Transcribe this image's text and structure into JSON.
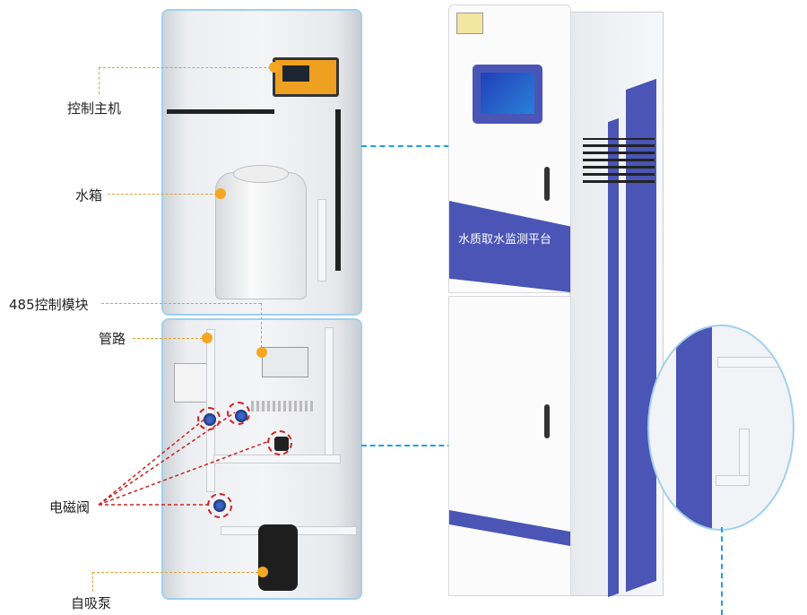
{
  "labels": {
    "controller": "控制主机",
    "water_tank": "水箱",
    "control_module_485": "485控制模块",
    "pipeline": "管路",
    "solenoid_valve": "电磁阀",
    "self_priming_pump": "自吸泵"
  },
  "cabinet": {
    "title": "水质取水监测平台"
  },
  "colors": {
    "accent_blue": "#1ea0e6",
    "cabinet_blue": "#4a55b5",
    "callout_orange": "#f5a623",
    "valve_red": "#d02020"
  }
}
